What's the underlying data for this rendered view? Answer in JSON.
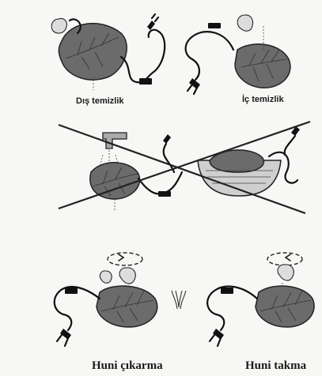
{
  "captions": {
    "outside_cleaning": "Dış temizlik",
    "inside_cleaning": "İç temizlik",
    "funnel_removal": "Huni çıkarma",
    "funnel_attachment": "Huni takma"
  },
  "icons": {
    "illustration_1": "appliance-outside-cleaning-illustration",
    "illustration_2": "appliance-inside-cleaning-illustration",
    "illustration_3": "do-not-immerse-in-water-illustration",
    "illustration_4": "funnel-removal-illustration",
    "illustration_5": "funnel-tool-icon",
    "illustration_6": "funnel-attachment-illustration"
  },
  "colors": {
    "ink": "#1a1a1a",
    "appliance_body": "#6b6b6b",
    "background": "#f7f7f5"
  }
}
